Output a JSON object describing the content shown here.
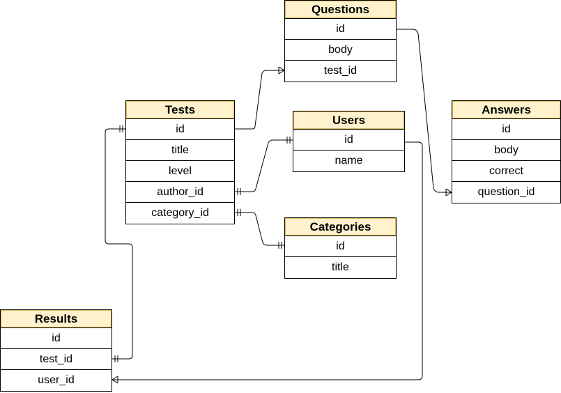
{
  "colors": {
    "header_fill": "#fff2cc",
    "header_border": "#d6b656",
    "line": "#000000"
  },
  "entities": {
    "questions": {
      "title": "Questions",
      "fields": [
        "id",
        "body",
        "test_id"
      ]
    },
    "tests": {
      "title": "Tests",
      "fields": [
        "id",
        "title",
        "level",
        "author_id",
        "category_id"
      ]
    },
    "users": {
      "title": "Users",
      "fields": [
        "id",
        "name"
      ]
    },
    "answers": {
      "title": "Answers",
      "fields": [
        "id",
        "body",
        "correct",
        "question_id"
      ]
    },
    "categories": {
      "title": "Categories",
      "fields": [
        "id",
        "title"
      ]
    },
    "results": {
      "title": "Results",
      "fields": [
        "id",
        "test_id",
        "user_id"
      ]
    }
  }
}
